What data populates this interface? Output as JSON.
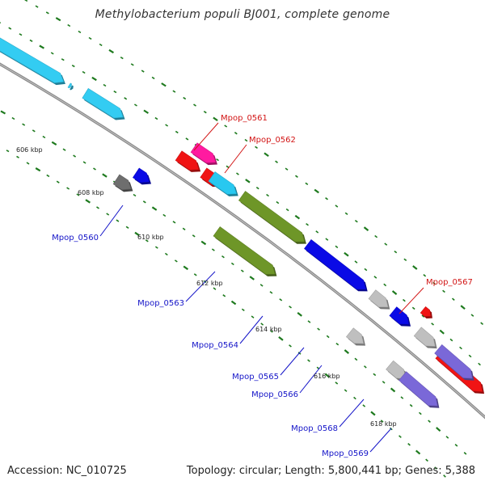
{
  "title": "Methylobacterium populi BJ001, complete genome",
  "footer": {
    "accession": "Accession: NC_010725",
    "topology": "Topology: circular; Length: 5,800,441 bp; Genes: 5,388"
  },
  "colors": {
    "backbone": "#8a8a8a",
    "tick": "#1e7a1e",
    "label_blue": "#1414c8",
    "label_red": "#d21414"
  },
  "tick_labels": [
    "606 kbp",
    "608 kbp",
    "610 kbp",
    "612 kbp",
    "614 kbp",
    "616 kbp",
    "618 kbp"
  ],
  "genes": [
    {
      "id": "Mpop_0560",
      "label": "Mpop_0560",
      "color": "#0a0ae6",
      "label_color": "#1414c8"
    },
    {
      "id": "Mpop_0561",
      "label": "Mpop_0561",
      "color": "#ff1aa0",
      "label_color": "#d21414"
    },
    {
      "id": "Mpop_0562",
      "label": "Mpop_0562",
      "color": "#28c8f0",
      "label_color": "#d21414"
    },
    {
      "id": "Mpop_0563",
      "label": "Mpop_0563",
      "color": "#6e9628",
      "label_color": "#1414c8"
    },
    {
      "id": "Mpop_0564",
      "label": "Mpop_0564",
      "color": "#0a0ae6",
      "label_color": "#1414c8"
    },
    {
      "id": "Mpop_0565",
      "label": "Mpop_0565",
      "color": "#bfbfbf",
      "label_color": "#1414c8"
    },
    {
      "id": "Mpop_0566",
      "label": "Mpop_0566",
      "color": "#0a0ae6",
      "label_color": "#1414c8"
    },
    {
      "id": "Mpop_0567",
      "label": "Mpop_0567",
      "color": "#f01414",
      "label_color": "#d21414"
    },
    {
      "id": "Mpop_0568",
      "label": "Mpop_0568",
      "color": "#bfbfbf",
      "label_color": "#1414c8"
    },
    {
      "id": "Mpop_0569",
      "label": "Mpop_0569",
      "color": "#7a68d8",
      "label_color": "#1414c8"
    }
  ]
}
